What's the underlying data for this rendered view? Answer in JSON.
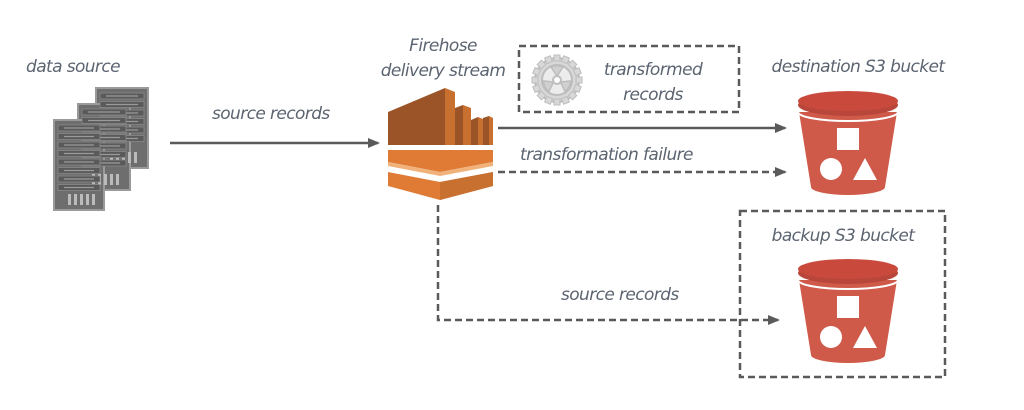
{
  "nodes": {
    "data_source": {
      "label": "data source",
      "icon": "server-rack-icon"
    },
    "firehose": {
      "label_line1": "Firehose",
      "label_line2": "delivery stream",
      "icon": "kinesis-firehose-icon"
    },
    "transform": {
      "label_line1": "transformed",
      "label_line2": "records",
      "icon": "gear-icon"
    },
    "destination": {
      "label": "destination S3 bucket",
      "icon": "s3-bucket-icon"
    },
    "backup": {
      "label": "backup S3 bucket",
      "icon": "s3-bucket-icon"
    }
  },
  "edges": {
    "source_to_firehose": {
      "label": "source records",
      "style": "solid"
    },
    "firehose_to_destination": {
      "label": "",
      "style": "solid"
    },
    "transformation_failure": {
      "label": "transformation failure",
      "style": "dashed"
    },
    "firehose_to_backup": {
      "label": "source records",
      "style": "dashed"
    }
  },
  "colors": {
    "label_text": "#5b6470",
    "arrow": "#5a5a5a",
    "firehose_dark": "#8c4f24",
    "firehose_mid": "#c8702f",
    "firehose_light": "#f0b27a",
    "s3_red": "#d05a4a",
    "s3_dark": "#a8392c",
    "server_gray": "#6e6e6e"
  }
}
